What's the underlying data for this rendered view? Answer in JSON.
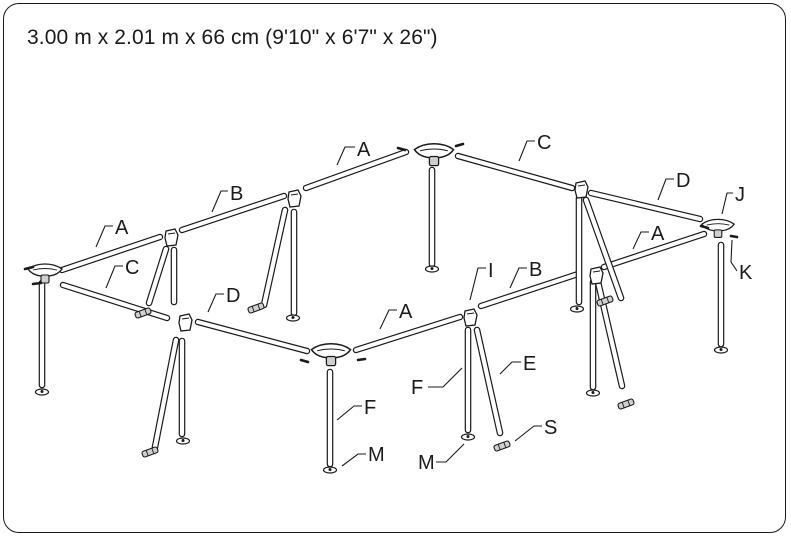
{
  "title": "3.00 m x 2.01 m x 66 cm (9'10\" x 6'7\" x 26\")",
  "labels": {
    "a1": "A",
    "a2": "A",
    "a3": "A",
    "a4": "A",
    "b1": "B",
    "b2": "B",
    "c1": "C",
    "c2": "C",
    "d1": "D",
    "d2": "D",
    "e": "E",
    "f1": "F",
    "f2": "F",
    "i": "I",
    "j": "J",
    "k": "K",
    "m1": "M",
    "m2": "M",
    "s": "S"
  },
  "colors": {
    "line": "#1a1a1a",
    "fill": "#ffffff",
    "shade": "#cfcfcf"
  }
}
